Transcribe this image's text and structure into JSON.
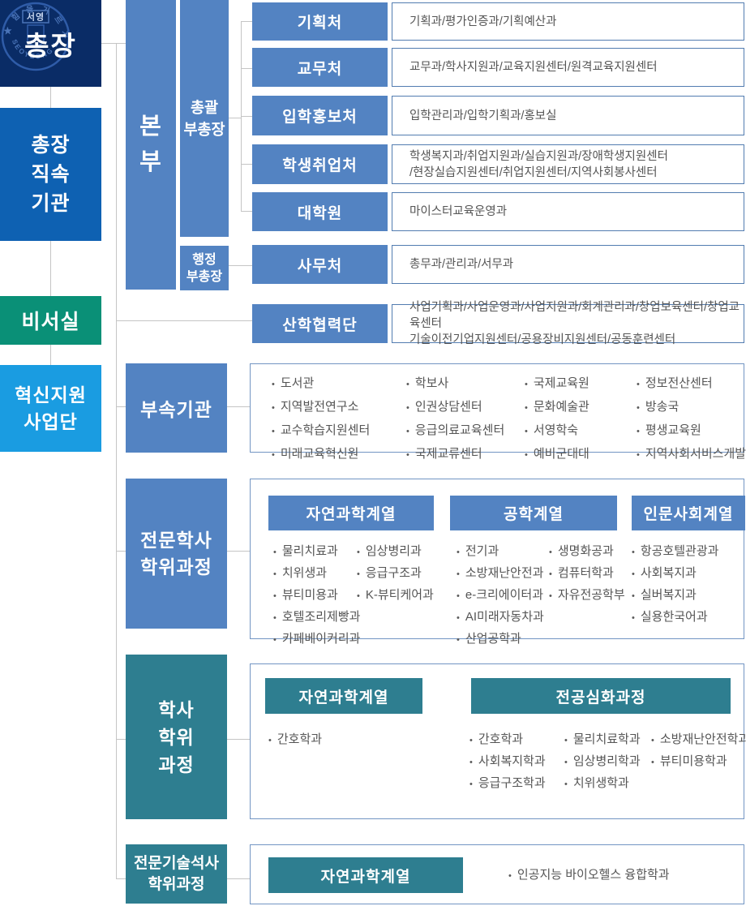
{
  "colors": {
    "navy": "#0a2c66",
    "left_blue": "#0e61b2",
    "green": "#0a9077",
    "sky_blue": "#1a9ce1",
    "steel_blue": "#5383c2",
    "teal": "#2e7e90",
    "desc_border": "#527cb0",
    "listbox_border": "#7295c3",
    "connector_gray": "#c5c5c5",
    "body_text": "#555555"
  },
  "org": {
    "president": {
      "label": "총장",
      "seal": {
        "top_text": "★ 힘 을 기 르 자 ★",
        "name": "서영",
        "bottom_text": "SEOYEONG 1978 UNIV"
      }
    },
    "left_boxes": {
      "jiksok": {
        "lines": [
          "총장",
          "직속",
          "기관"
        ]
      },
      "biseosil": {
        "label": "비서실"
      },
      "hyeoksin": {
        "lines": [
          "혁신지원",
          "사업단"
        ]
      }
    },
    "bonbu": {
      "label": "본부",
      "chars": [
        "본",
        "부"
      ]
    },
    "vice_presidents": {
      "chongwal": {
        "lines": [
          "총괄",
          "부총장"
        ]
      },
      "haengjeong": {
        "lines": [
          "행정",
          "부총장"
        ]
      }
    },
    "departments": [
      {
        "name": "기획처",
        "desc": [
          "기획과/평가인증과/기획예산과"
        ]
      },
      {
        "name": "교무처",
        "desc": [
          "교무과/학사지원과/교육지원센터/원격교육지원센터"
        ]
      },
      {
        "name": "입학홍보처",
        "desc": [
          "입학관리과/입학기획과/홍보실"
        ]
      },
      {
        "name": "학생취업처",
        "desc": [
          "학생복지과/취업지원과/실습지원과/장애학생지원센터",
          "/현장실습지원센터/취업지원센터/지역사회봉사센터"
        ]
      },
      {
        "name": "대학원",
        "desc": [
          "마이스터교육운영과"
        ]
      },
      {
        "name": "사무처",
        "desc": [
          "총무과/관리과/서무과"
        ]
      },
      {
        "name": "산학협력단",
        "desc": [
          "사업기획과/사업운영과/사업지원과/회계관리과/창업보육센터/창업교육센터",
          "기술이전기업지원센터/공용장비지원센터/공동훈련센터"
        ]
      }
    ],
    "affiliated": {
      "label": "부속기관",
      "columns": [
        [
          "도서관",
          "지역발전연구소",
          "교수학습지원센터",
          "미래교육혁신원"
        ],
        [
          "학보사",
          "인권상담센터",
          "응급의료교육센터",
          "국제교류센터"
        ],
        [
          "국제교육원",
          "문화예술관",
          "서영학숙",
          "예비군대대"
        ],
        [
          "정보전산센터",
          "방송국",
          "평생교육원",
          "지역사회서비스개발원"
        ]
      ]
    },
    "associate": {
      "label_lines": [
        "전문학사",
        "학위과정"
      ],
      "groups": [
        {
          "header": "자연과학계열",
          "columns": [
            [
              "물리치료과",
              "치위생과",
              "뷰티미용과",
              "호텔조리제빵과",
              "카페베이커리과"
            ],
            [
              "임상병리과",
              "응급구조과",
              "K-뷰티케어과"
            ]
          ]
        },
        {
          "header": "공학계열",
          "columns": [
            [
              "전기과",
              "소방재난안전과",
              "e-크리에이터과",
              "AI미래자동차과",
              "산업공학과"
            ],
            [
              "생명화공과",
              "컴퓨터학과",
              "자유전공학부"
            ]
          ]
        },
        {
          "header": "인문사회계열",
          "columns": [
            [
              "항공호텔관광과",
              "사회복지과",
              "실버복지과",
              "실용한국어과"
            ]
          ]
        }
      ]
    },
    "bachelor": {
      "label_lines": [
        "학사",
        "학위",
        "과정"
      ],
      "groups": [
        {
          "header": "자연과학계열",
          "columns": [
            [
              "간호학과"
            ]
          ]
        },
        {
          "header": "전공심화과정",
          "columns": [
            [
              "간호학과",
              "사회복지학과",
              "응급구조학과"
            ],
            [
              "물리치료학과",
              "임상병리학과",
              "치위생학과"
            ],
            [
              "소방재난안전학과",
              "뷰티미용학과"
            ]
          ]
        }
      ]
    },
    "master": {
      "label_lines": [
        "전문기술석사",
        "학위과정"
      ],
      "groups": [
        {
          "header": "자연과학계열",
          "columns": [
            [
              "인공지능 바이오헬스 융합학과"
            ]
          ]
        }
      ]
    }
  }
}
